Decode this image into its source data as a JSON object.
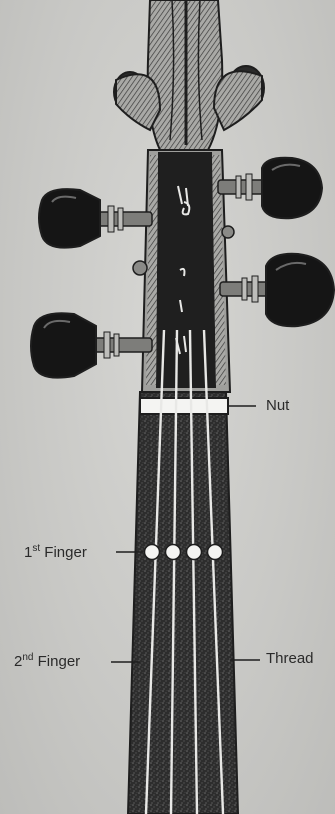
{
  "labels": {
    "nut": "Nut",
    "first_finger_sup": "st",
    "first_finger_text": "Finger",
    "first_finger_num": "1",
    "second_finger_num": "2",
    "second_finger_sup": "nd",
    "second_finger_text": "Finger",
    "thread": "Thread"
  },
  "colors": {
    "background": "#c8c8c5",
    "ink": "#1e1e1e",
    "fingerboard": "#2b2b2b",
    "string": "#e8e8e6",
    "peg": "#151515"
  }
}
